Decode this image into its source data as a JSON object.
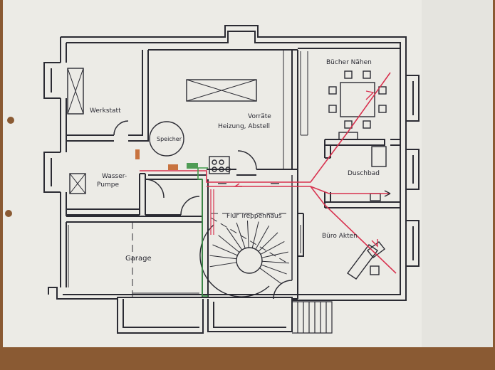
{
  "colors": {
    "paper": "#ecebe6",
    "paper_shadow": "#d9d8d2",
    "table": "#8a5a33",
    "ink": "#2b2b33",
    "pipe_red": "#d8324f",
    "pipe_green": "#3f9a4a",
    "valve_orange": "#c8733f",
    "valve_green": "#4f9c55"
  },
  "rooms": {
    "werkstatt": "Werkstatt",
    "wasserpumpe_line1": "Wasser-",
    "wasserpumpe_line2": "Pumpe",
    "speicher": "Speicher",
    "heizung_line1": "Vorräte",
    "heizung_line2": "Heizung, Abstell",
    "buecher_naehen": "Bücher  Nähen",
    "duschbad": "Duschbad",
    "flur_treppenhaus": "Flur  Treppenhaus",
    "buero_akten": "Büro  Akten",
    "garage": "Garage"
  }
}
